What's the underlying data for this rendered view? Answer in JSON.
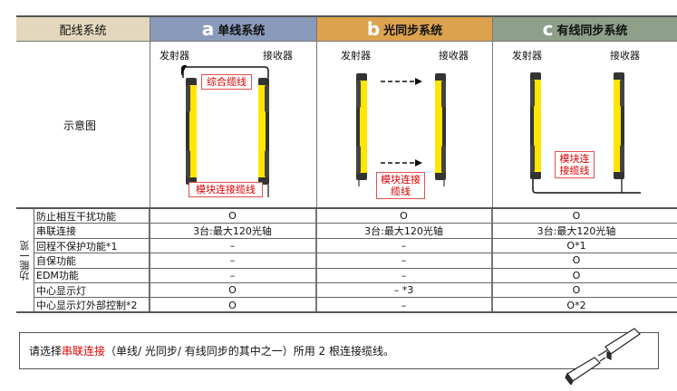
{
  "header": {
    "col0": "配线系统",
    "a_letter": "a",
    "a_label": "单线系统",
    "b_letter": "b",
    "b_label": "光同步系统",
    "c_letter": "c",
    "c_label": "有线同步系统"
  },
  "diagram": {
    "row_label": "示意图",
    "emitter": "发射器",
    "receiver": "接收器",
    "a_callout_top": "综合缆线",
    "a_callout_bottom": "模块连接缆线",
    "b_callout_line1": "模块连接",
    "b_callout_line2": "缆线",
    "c_callout_line1": "模块连",
    "c_callout_line2": "接缆线"
  },
  "colors": {
    "col0": "#e3d8bd",
    "a": "#8a9aba",
    "b": "#dca24e",
    "c": "#8e9f8a",
    "sensor": "#ffe600",
    "callout": "#d00000"
  },
  "features": {
    "group_label": "功能一览",
    "rows": [
      {
        "name": "防止相互干扰功能",
        "a": "O",
        "b": "O",
        "c": "O"
      },
      {
        "name": "串联连接",
        "a": "3台:最大120光轴",
        "b": "3台:最大120光轴",
        "c": "3台:最大120光轴"
      },
      {
        "name": "回程不保护功能*1",
        "a": "–",
        "b": "–",
        "c": "O*1"
      },
      {
        "name": "自保功能",
        "a": "–",
        "b": "–",
        "c": "O"
      },
      {
        "name": "EDM功能",
        "a": "–",
        "b": "–",
        "c": "O"
      },
      {
        "name": "中心显示灯",
        "a": "O",
        "b": "– *3",
        "c": "O"
      },
      {
        "name": "中心显示灯外部控制*2",
        "a": "O",
        "b": "–",
        "c": "O*2"
      }
    ]
  },
  "note": {
    "prefix": "请选择",
    "highlight": "串联连接",
    "suffix": "（单线/ 光同步/ 有线同步的其中之一）所用 2 根连接缆线。"
  }
}
